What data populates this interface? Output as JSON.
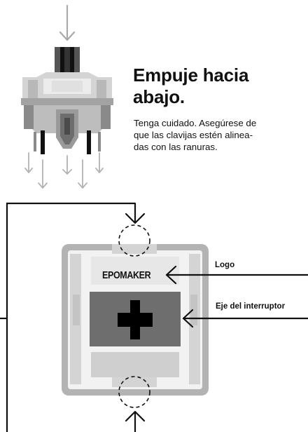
{
  "instruction": {
    "title_lines": [
      "Empuje hacia",
      "abajo."
    ],
    "body_lines": [
      "Tenga cuidado. Asegúrese de",
      "que las clavijas estén alinea-",
      "das con las ranuras."
    ]
  },
  "diagram": {
    "logo_text": "EPOMAKER",
    "callouts": {
      "logo": "Logo",
      "switch_axis": "Eje del interruptor"
    }
  },
  "colors": {
    "ink": "#111111",
    "arrow_gray": "#a9a9a9",
    "switch_light": "#d4d4d4",
    "switch_mid": "#a3a3a3",
    "switch_dark": "#555555",
    "socket_frame": "#b3b3b3",
    "socket_face": "#f2f2f2",
    "socket_panel": "#cfcfcf",
    "stem_window": "#6e6e6e",
    "stem_cross": "#000000"
  }
}
